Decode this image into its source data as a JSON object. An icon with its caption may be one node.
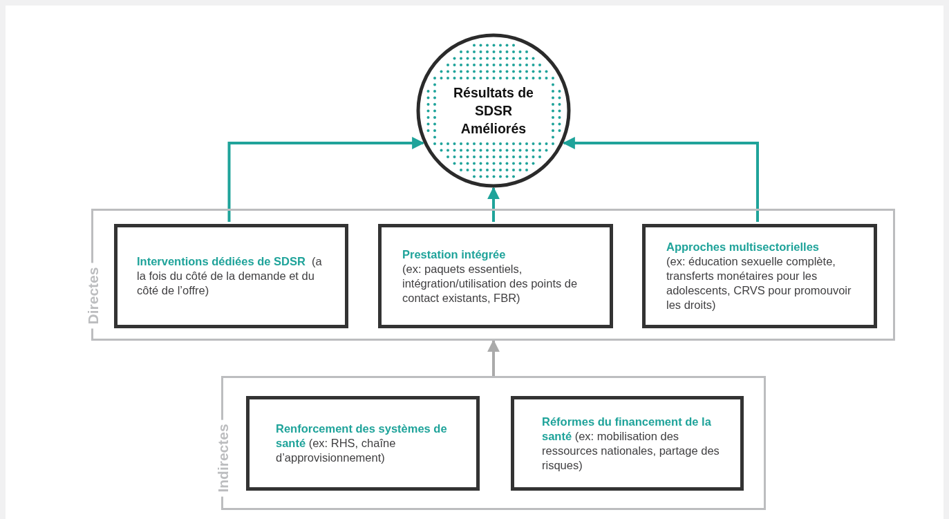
{
  "diagram": {
    "nodes": [
      {
        "text": [
          "Résultats de SDSR Améliorés"
        ]
      },
      {
        "text": [
          "Directes"
        ]
      },
      {
        "text": [
          "**Interventions dédiées de SDSR**  (a la fois du côté de la demande et du côté de l’offre)"
        ],
        "in": 1
      },
      {
        "text": [
          "Prestation intégrée",
          "(ex: paquets essentiels, intégration/utilisation des points de contact existants, FBR)"
        ],
        "in": 1
      },
      {
        "text": [
          "Approches multisectorielles",
          "(ex: éducation sexuelle complète, transferts monétaires pour les adolescents, CRVS pour promouvoir les droits)"
        ],
        "in": 1
      },
      {
        "text": [
          "Indirectes"
        ]
      },
      {
        "text": [
          "**Renforcement des systèmes de santé** (ex: RHS, chaîne d’approvisionnement)"
        ],
        "in": 5
      },
      {
        "text": [
          "**Réformes du financement de la santé** (ex: mobilisation des ressources nationales, partage des risques)"
        ],
        "in": 5
      }
    ],
    "edges": [
      {
        "from": 2,
        "to": 0,
        "arrow": "to"
      },
      {
        "from": 3,
        "to": 0,
        "arrow": "to"
      },
      {
        "from": 4,
        "to": 0,
        "arrow": "to"
      },
      {
        "from": 5,
        "to": 1,
        "arrow": "to",
        "color": "#aaaaaa"
      }
    ]
  }
}
